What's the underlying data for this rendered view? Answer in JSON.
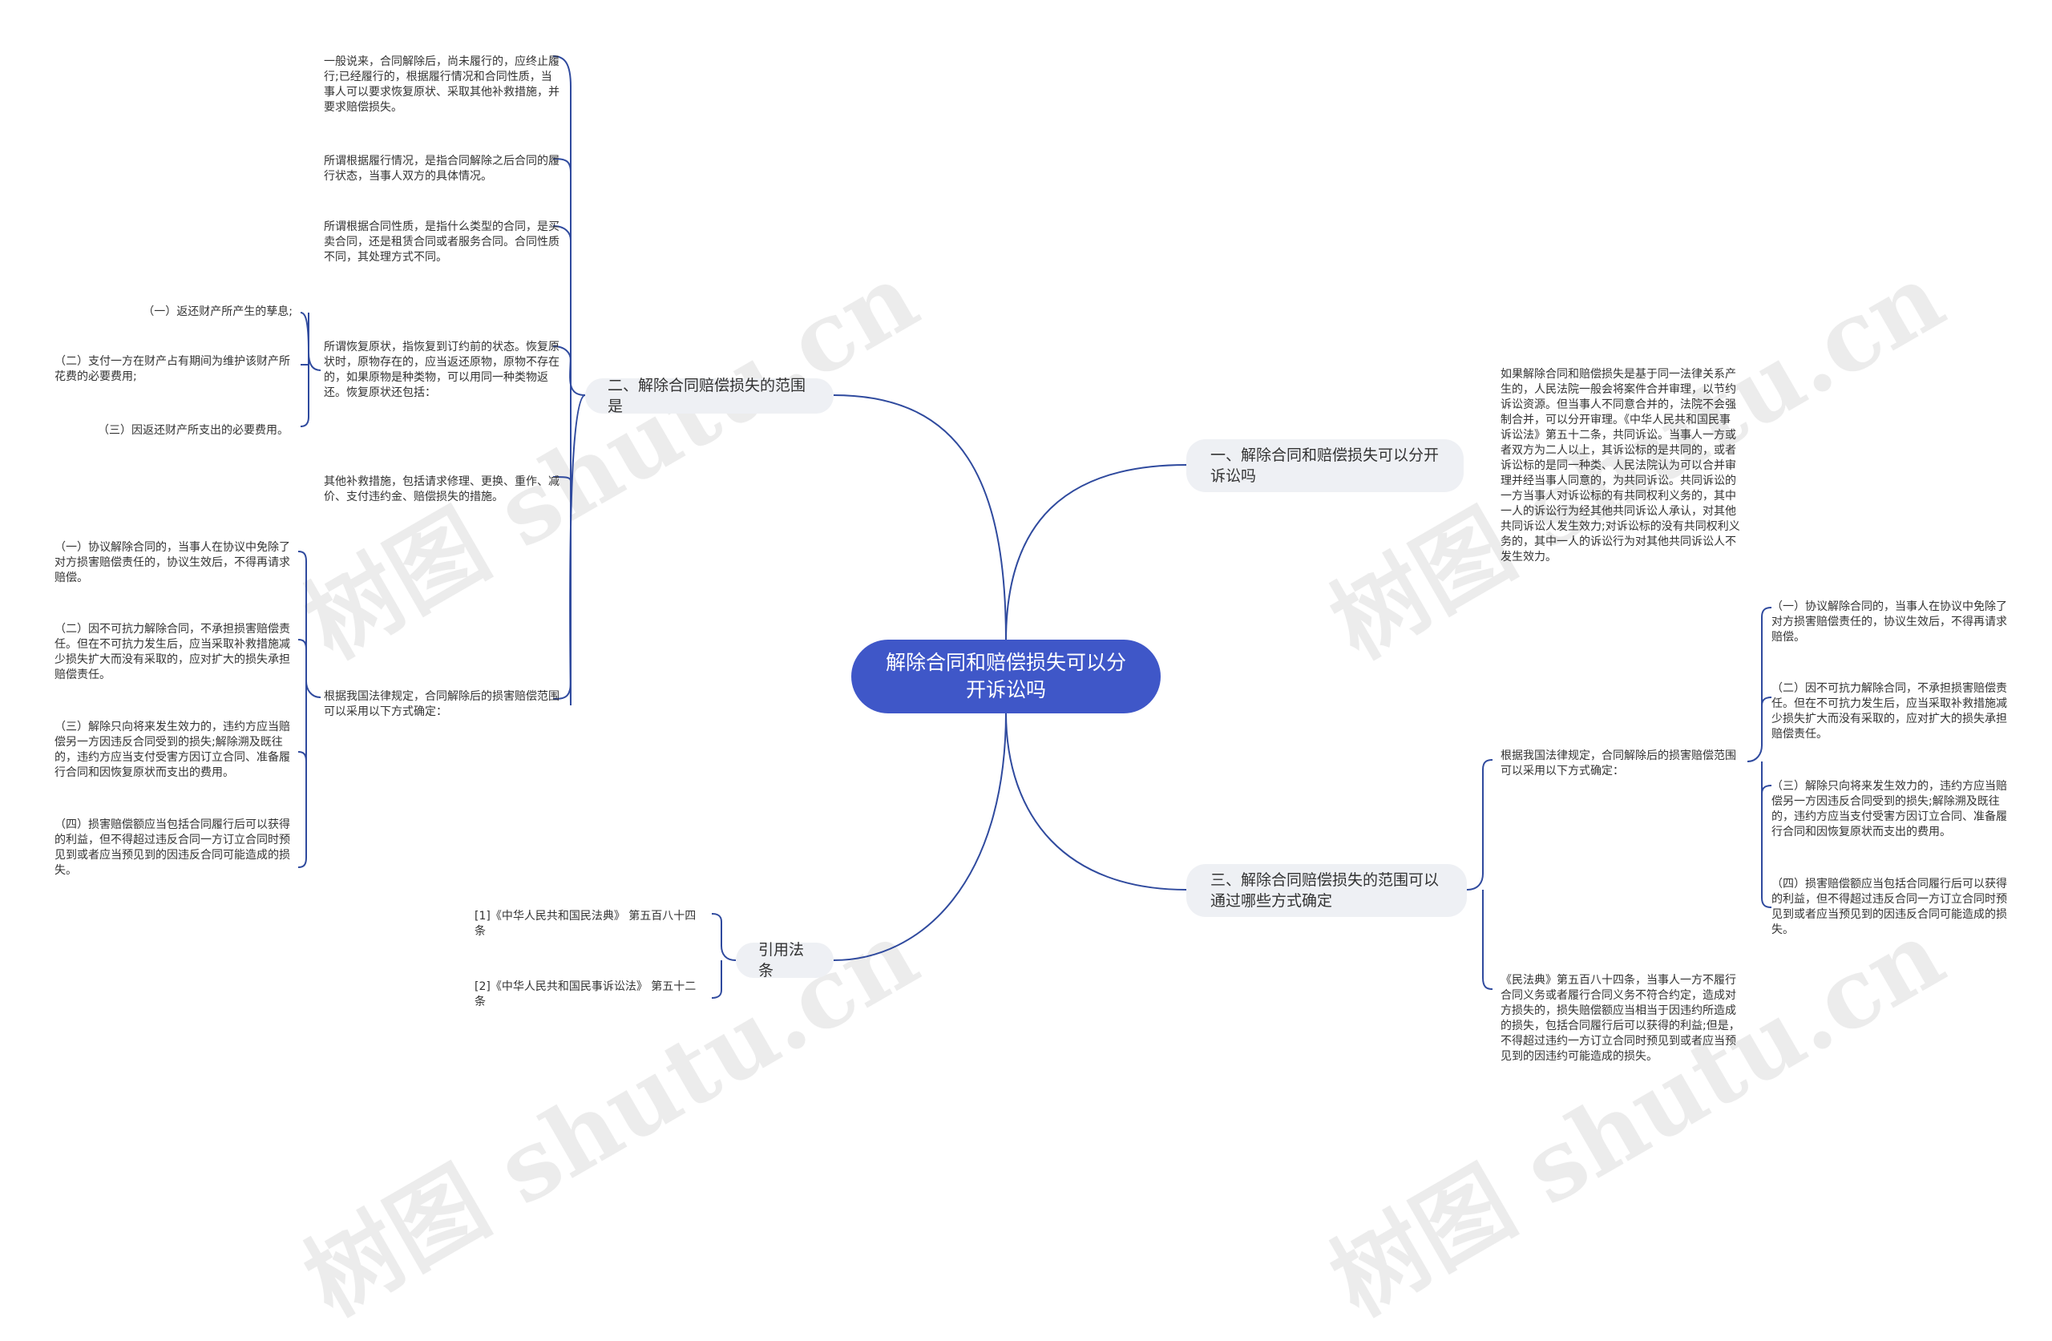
{
  "watermark": "树图 shutu.cn",
  "root": "解除合同和赔偿损失可以分开诉讼吗",
  "left_branch_scope": {
    "title": "二、解除合同赔偿损失的范围是",
    "items": [
      "一般说来，合同解除后，尚未履行的，应终止履行;已经履行的，根据履行情况和合同性质，当事人可以要求恢复原状、采取其他补救措施，并要求赔偿损失。",
      "所谓根据履行情况，是指合同解除之后合同的履行状态，当事人双方的具体情况。",
      "所谓根据合同性质，是指什么类型的合同，是买卖合同，还是租赁合同或者服务合同。合同性质不同，其处理方式不同。",
      "所谓恢复原状，指恢复到订约前的状态。恢复原状时，原物存在的，应当返还原物，原物不存在的，如果原物是种类物，可以用同一种类物返还。恢复原状还包括：",
      "其他补救措施，包括请求修理、更换、重作、减价、支付违约金、赔偿损失的措施。",
      "根据我国法律规定，合同解除后的损害赔偿范围可以采用以下方式确定："
    ],
    "restore_items": [
      "（一）返还财产所产生的孳息;",
      "（二）支付一方在财产占有期间为维护该财产所花费的必要费用;",
      "（三）因返还财产所支出的必要费用。"
    ],
    "determine_items": [
      "（一）协议解除合同的，当事人在协议中免除了对方损害赔偿责任的，协议生效后，不得再请求赔偿。",
      "（二）因不可抗力解除合同，不承担损害赔偿责任。但在不可抗力发生后，应当采取补救措施减少损失扩大而没有采取的，应对扩大的损失承担赔偿责任。",
      "（三）解除只向将来发生效力的，违约方应当赔偿另一方因违反合同受到的损失;解除溯及既往的，违约方应当支付受害方因订立合同、准备履行合同和因恢复原状而支出的费用。",
      "（四）损害赔偿额应当包括合同履行后可以获得的利益，但不得超过违反合同一方订立合同时预见到或者应当预见到的因违反合同可能造成的损失。"
    ]
  },
  "left_branch_laws": {
    "title": "引用法条",
    "items": [
      "[1]《中华人民共和国民法典》 第五百八十四条",
      "[2]《中华人民共和国民事诉讼法》 第五十二条"
    ]
  },
  "right_branch_lawsuit": {
    "title": "一、解除合同和赔偿损失可以分开诉讼吗",
    "text": "如果解除合同和赔偿损失是基于同一法律关系产生的，人民法院一般会将案件合并审理，以节约诉讼资源。但当事人不同意合并的，法院不会强制合并，可以分开审理。《中华人民共和国民事诉讼法》第五十二条，共同诉讼。当事人一方或者双方为二人以上，其诉讼标的是共同的，或者诉讼标的是同一种类、人民法院认为可以合并审理并经当事人同意的，为共同诉讼。共同诉讼的一方当事人对诉讼标的有共同权利义务的，其中一人的诉讼行为经其他共同诉讼人承认，对其他共同诉讼人发生效力;对诉讼标的没有共同权利义务的，其中一人的诉讼行为对其他共同诉讼人不发生效力。"
  },
  "right_branch_determine": {
    "title": "三、解除合同赔偿损失的范围可以通过哪些方式确定",
    "items": [
      "根据我国法律规定，合同解除后的损害赔偿范围可以采用以下方式确定：",
      "《民法典》第五百八十四条，当事人一方不履行合同义务或者履行合同义务不符合约定，造成对方损失的，损失赔偿额应当相当于因违约所造成的损失，包括合同履行后可以获得的利益;但是，不得超过违约一方订立合同时预见到或者应当预见到的因违约可能造成的损失。"
    ],
    "sub_items": [
      "（一）协议解除合同的，当事人在协议中免除了对方损害赔偿责任的，协议生效后，不得再请求赔偿。",
      "（二）因不可抗力解除合同，不承担损害赔偿责任。但在不可抗力发生后，应当采取补救措施减少损失扩大而没有采取的，应对扩大的损失承担赔偿责任。",
      "（三）解除只向将来发生效力的，违约方应当赔偿另一方因违反合同受到的损失;解除溯及既往的，违约方应当支付受害方因订立合同、准备履行合同和因恢复原状而支出的费用。",
      "（四）损害赔偿额应当包括合同履行后可以获得的利益，但不得超过违反合同一方订立合同时预见到或者应当预见到的因违反合同可能造成的损失。"
    ]
  },
  "colors": {
    "root_fill": "#3f57c8",
    "branch_fill": "#eef0f4",
    "link": "#2f4a9e"
  }
}
